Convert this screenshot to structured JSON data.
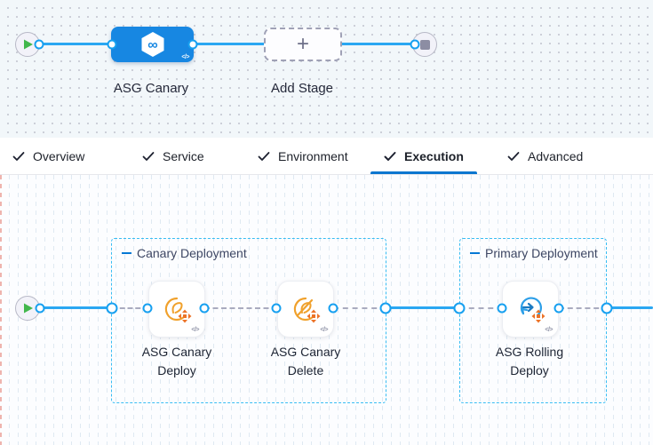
{
  "header_pipeline": {
    "stage_label": "ASG Canary",
    "add_stage_label": "Add Stage",
    "plus": "+",
    "code_badge": "</>"
  },
  "tabs": {
    "active": "Execution",
    "items": [
      {
        "label": "Overview"
      },
      {
        "label": "Service"
      },
      {
        "label": "Environment"
      },
      {
        "label": "Execution"
      },
      {
        "label": "Advanced"
      }
    ]
  },
  "execution_canvas": {
    "groups": [
      {
        "title": "Canary Deployment",
        "steps": [
          {
            "line1": "ASG Canary",
            "line2": "Deploy",
            "icon": "asg-canary-deploy-icon",
            "code_badge": "</>"
          },
          {
            "line1": "ASG Canary",
            "line2": "Delete",
            "icon": "asg-canary-delete-icon",
            "code_badge": "</>"
          }
        ]
      },
      {
        "title": "Primary Deployment",
        "steps": [
          {
            "line1": "ASG Rolling",
            "line2": "Deploy",
            "icon": "asg-rolling-deploy-icon",
            "code_badge": "</>"
          }
        ]
      }
    ]
  },
  "colors": {
    "stage_node_blue": "#1787e2",
    "link_blue": "#2aa7f2",
    "connector_ring_blue": "#17a0f0",
    "group_dash_blue": "#38bdf3",
    "tab_underline_blue": "#0b76d0",
    "title_dash_blue": "#0278d5",
    "asg_icon_orange": "#f0a12c",
    "scale_cluster_orange": "#ec7226",
    "rolling_icon_blue": "#2d9fe8",
    "play_green": "#42b74c",
    "stop_gray": "#8c8da3"
  }
}
